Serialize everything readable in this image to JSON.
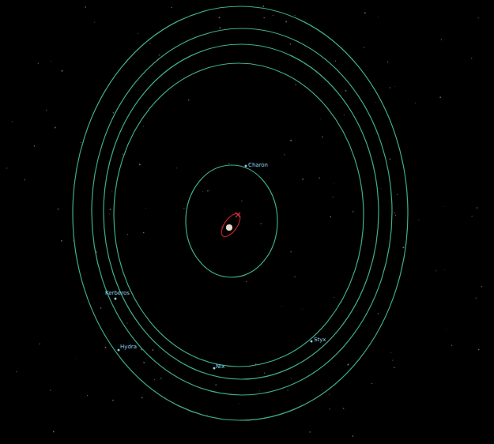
{
  "diagram": {
    "labels": [
      "Charon",
      "Kerberos",
      "Hydra",
      "Nix",
      "Styx"
    ]
  }
}
